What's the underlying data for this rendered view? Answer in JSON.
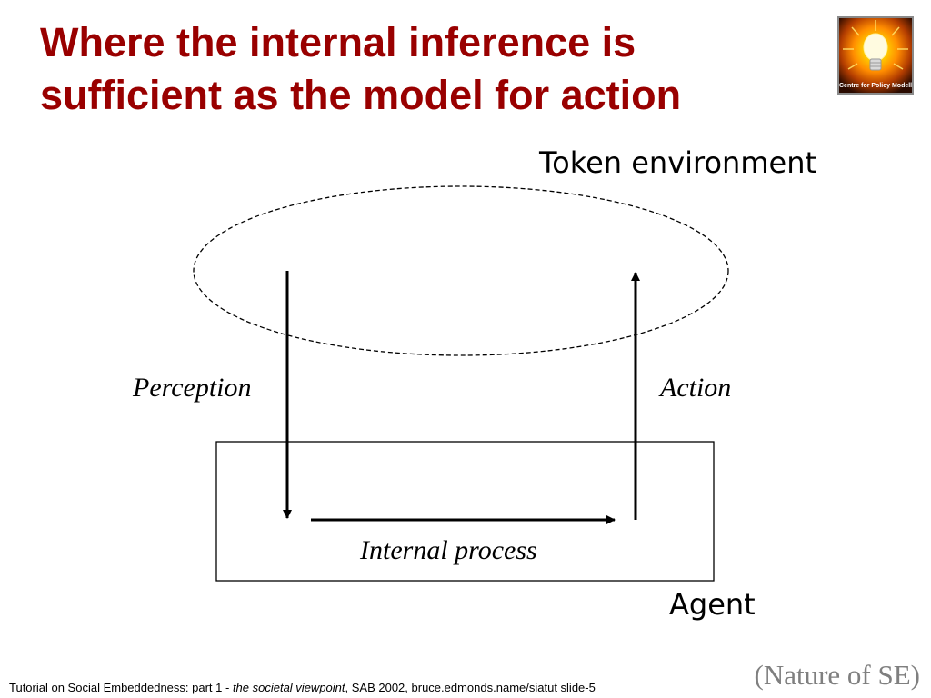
{
  "slide": {
    "title_line1": "Where the internal inference is",
    "title_line2": "sufficient as the model for action",
    "title_color": "#990000"
  },
  "logo": {
    "text": "Centre for Policy Modelling",
    "icon": "lightbulb-icon"
  },
  "diagram": {
    "environment_label": "Token environment",
    "perception_label": "Perception",
    "action_label": "Action",
    "internal_process_label": "Internal process",
    "agent_label": "Agent"
  },
  "footer": {
    "prefix": "Tutorial on Social Embeddedness: part 1 - ",
    "italic_part": "the societal viewpoint",
    "suffix": ", SAB 2002, bruce.edmonds.name/siatut slide-5"
  },
  "section_tag": "(Nature of SE)"
}
